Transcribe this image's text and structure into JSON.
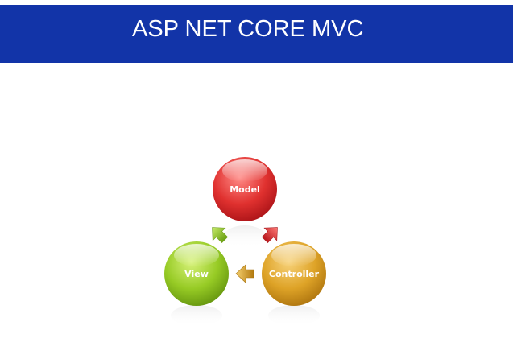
{
  "header": {
    "title": "ASP NET CORE MVC",
    "background_color": "#1234a8"
  },
  "diagram": {
    "type": "cycle",
    "nodes": [
      {
        "id": "model",
        "label": "Model",
        "color": "#d9262b"
      },
      {
        "id": "view",
        "label": "View",
        "color": "#8bc41e"
      },
      {
        "id": "controller",
        "label": "Controller",
        "color": "#d89a1a"
      }
    ],
    "arrows": [
      {
        "from": "view",
        "to": "model",
        "color": "#8bc41e"
      },
      {
        "from": "controller",
        "to": "model",
        "color": "#d9262b"
      },
      {
        "from": "controller",
        "to": "view",
        "color": "#d89a1a"
      }
    ]
  }
}
